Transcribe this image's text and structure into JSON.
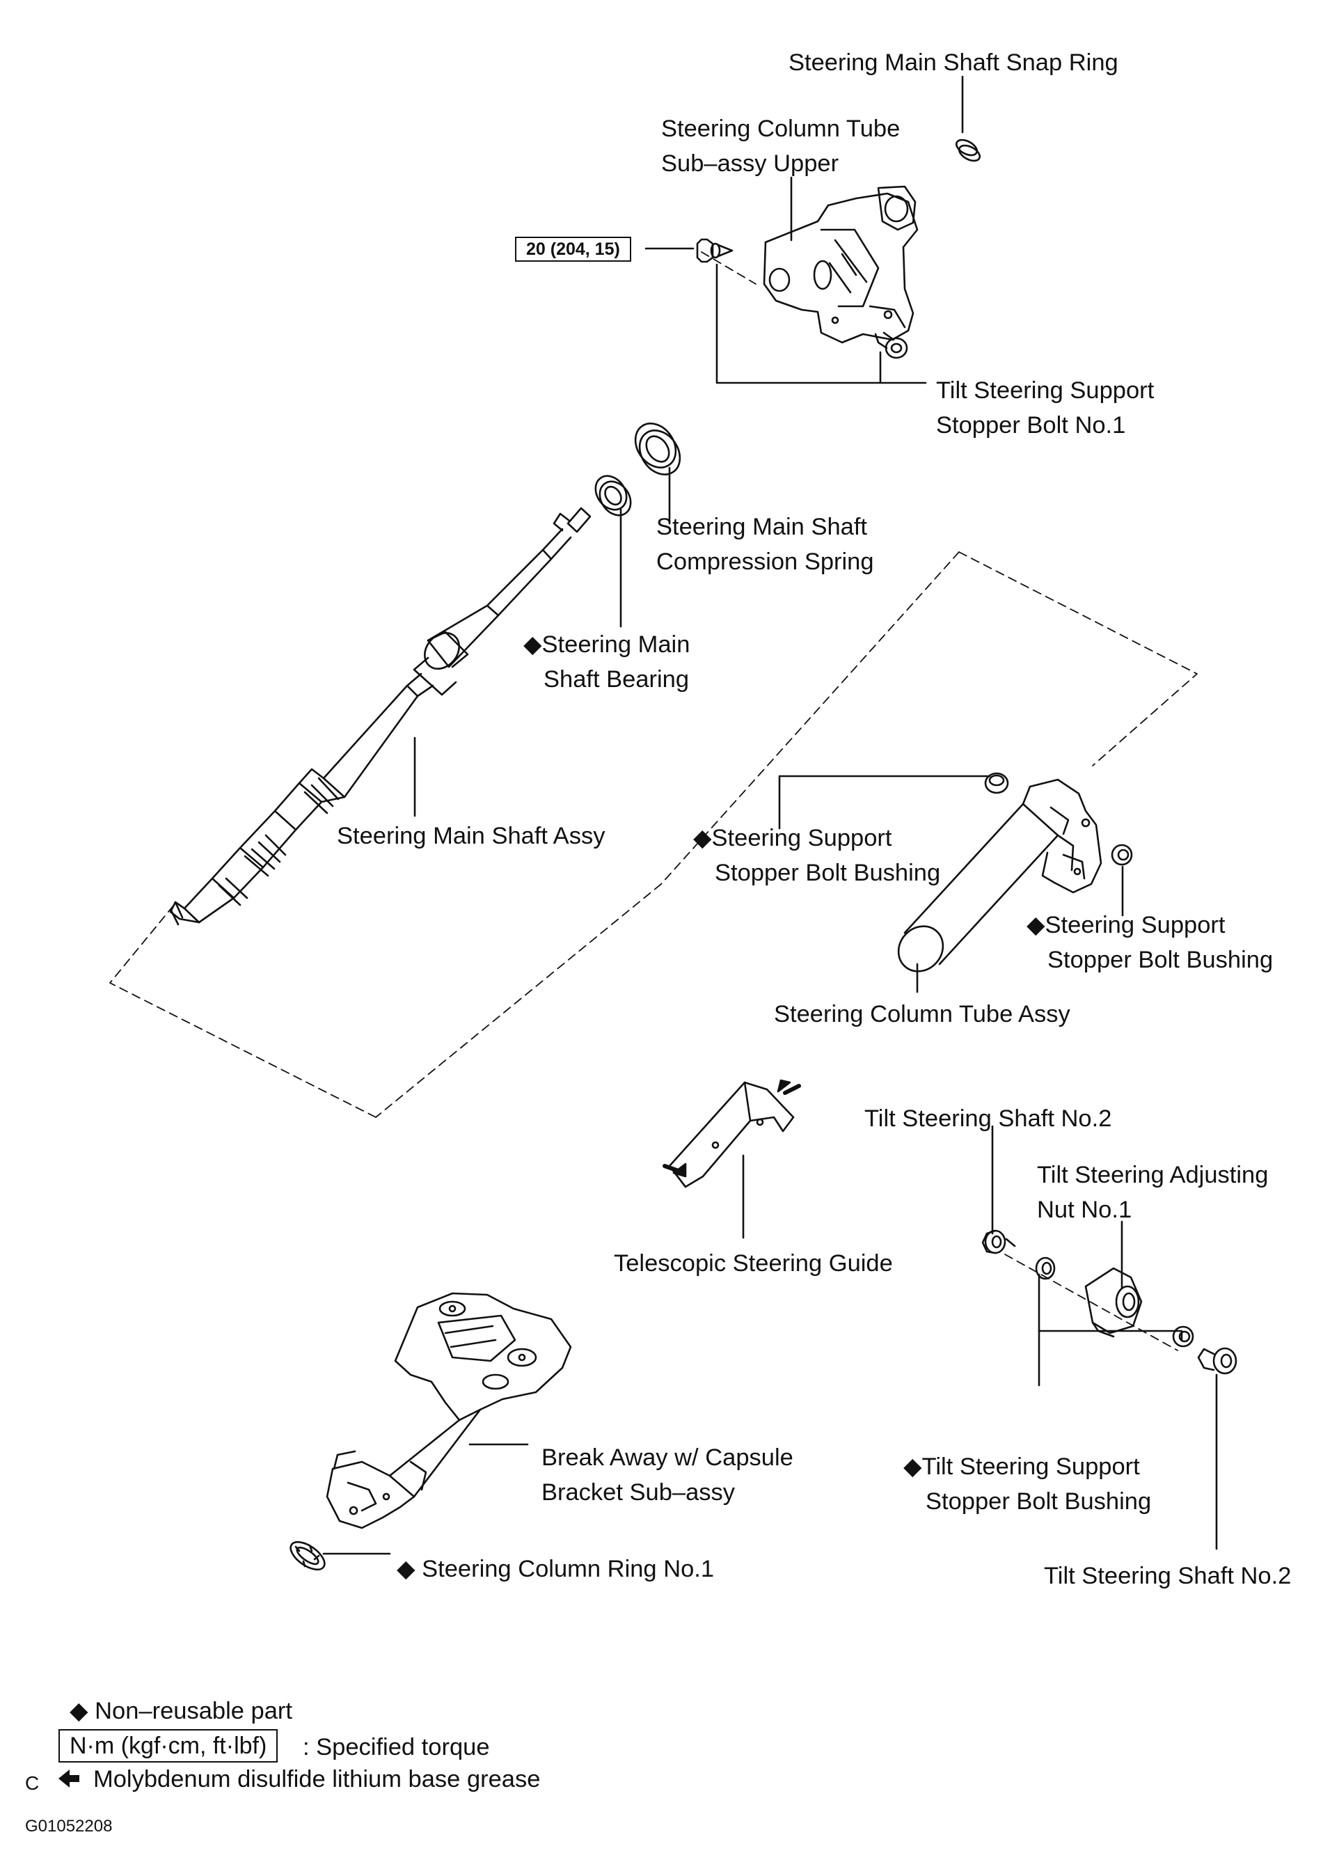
{
  "labels": {
    "snap_ring": "Steering Main Shaft Snap Ring",
    "tube_upper_1": "Steering Column Tube",
    "tube_upper_2": "Sub–assy Upper",
    "torque": "20 (204, 15)",
    "tilt_stopper_bolt_1": "Tilt Steering Support",
    "tilt_stopper_bolt_2": "Stopper Bolt No.1",
    "compression_spring_1": "Steering Main Shaft",
    "compression_spring_2": "Compression Spring",
    "shaft_bearing_1": "◆Steering Main",
    "shaft_bearing_2": "Shaft Bearing",
    "main_shaft_assy": "Steering Main Shaft Assy",
    "support_bushing_a_1": "◆Steering Support",
    "support_bushing_a_2": "Stopper Bolt  Bushing",
    "support_bushing_b_1": "◆Steering Support",
    "support_bushing_b_2": "Stopper Bolt  Bushing",
    "column_tube_assy": "Steering Column Tube Assy",
    "tilt_shaft_no2_top": "Tilt Steering Shaft No.2",
    "adjusting_nut_1": "Tilt Steering Adjusting",
    "adjusting_nut_2": "Nut No.1",
    "telescopic_guide": "Telescopic Steering Guide",
    "break_away_1": "Break Away w/ Capsule",
    "break_away_2": "Bracket Sub–assy",
    "tilt_bushing_1": "◆Tilt Steering Support",
    "tilt_bushing_2": "Stopper Bolt Bushing",
    "column_ring": "◆ Steering Column Ring No.1",
    "tilt_shaft_no2_bottom": "Tilt Steering Shaft No.2"
  },
  "legend": {
    "non_reusable": "◆ Non–reusable part",
    "torque_unit": "N·m (kgf·cm, ft·lbf)",
    "torque_desc": ": Specified torque",
    "grease_prefix": "C",
    "grease": "Molybdenum disulfide lithium base grease"
  },
  "figure_id": "G01052208"
}
